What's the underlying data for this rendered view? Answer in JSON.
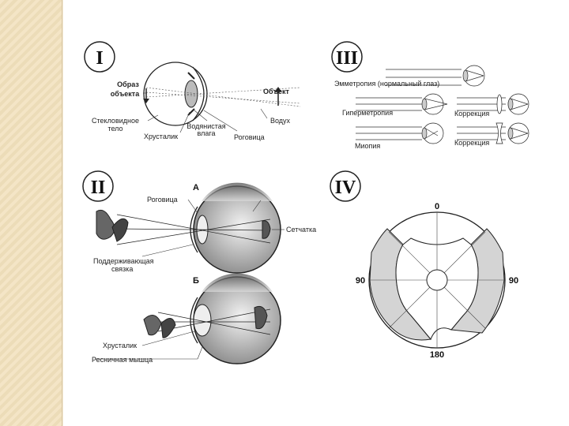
{
  "panels": {
    "I": {
      "numeral": "I",
      "labels": {
        "image1": "Образ",
        "image2": "объекта",
        "object": "Объект",
        "vitreous1": "Стекловидное",
        "vitreous2": "тело",
        "aqueous1": "Водянистая",
        "aqueous2": "влага",
        "air": "Водух",
        "lens": "Хрусталик",
        "cornea": "Роговица"
      }
    },
    "II": {
      "numeral": "II",
      "labels": {
        "a": "А",
        "b": "Б",
        "cornea": "Роговица",
        "retina": "Сетчатка",
        "ligament1": "Поддерживающая",
        "ligament2": "связка",
        "lens": "Хрусталик",
        "ciliary": "Ресничная мышца"
      }
    },
    "III": {
      "numeral": "III",
      "labels": {
        "emmetropia": "Эмметропия (нормальный глаз)",
        "hypermetropia": "Гиперметропия",
        "myopia": "Миопия",
        "correction1": "Коррекция",
        "correction2": "Коррекция"
      }
    },
    "IV": {
      "numeral": "IV",
      "labels": {
        "top": "0",
        "left": "90",
        "right": "90",
        "bottom": "180"
      }
    }
  },
  "colors": {
    "background": "#f3e7cf",
    "sheet": "#ffffff",
    "ink": "#222222",
    "field_fill": "#d4d4d4"
  }
}
